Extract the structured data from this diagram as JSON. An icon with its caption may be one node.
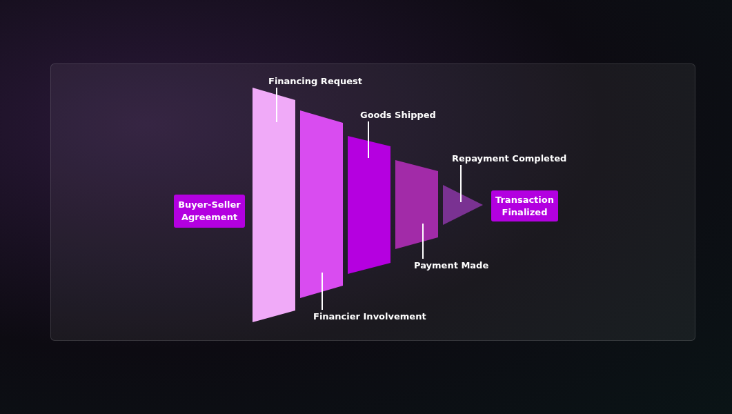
{
  "diagram": {
    "nodes": [
      {
        "text": [
          "Buyer-Seller Agreement"
        ]
      },
      {
        "text": [],
        "shape": "trapezoid"
      },
      {
        "text": [],
        "shape": "trapezoid"
      },
      {
        "text": [],
        "shape": "trapezoid"
      },
      {
        "text": [],
        "shape": "trapezoid"
      },
      {
        "text": [],
        "shape": "triangle"
      },
      {
        "text": [
          "Transaction Finalized"
        ]
      },
      {
        "text": [
          "Financing Request"
        ]
      },
      {
        "text": [
          "Goods Shipped"
        ]
      },
      {
        "text": [
          "Repayment Completed"
        ]
      },
      {
        "text": [
          "Payment Made"
        ]
      },
      {
        "text": [
          "Financier Involvement"
        ]
      }
    ],
    "edges": [
      {
        "from": 7,
        "to": 1,
        "arrow": "none"
      },
      {
        "from": 11,
        "to": 2,
        "arrow": "none"
      },
      {
        "from": 8,
        "to": 3,
        "arrow": "none"
      },
      {
        "from": 10,
        "to": 4,
        "arrow": "none"
      },
      {
        "from": 9,
        "to": 5,
        "arrow": "none"
      }
    ]
  }
}
